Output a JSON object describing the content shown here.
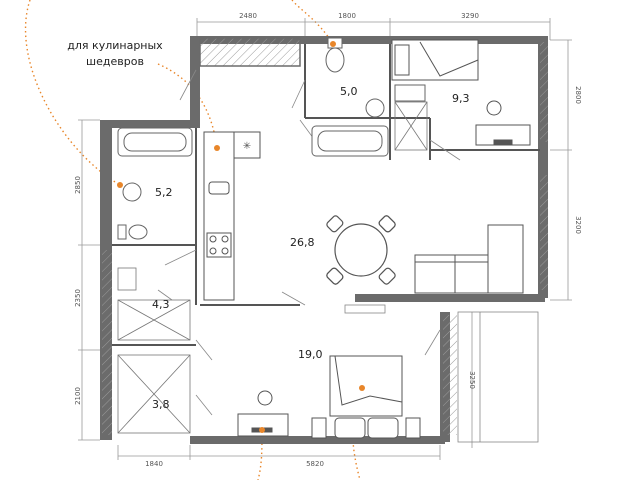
{
  "caption": {
    "line1": "для кулинарных",
    "line2": "шедевров"
  },
  "areas": {
    "bath_top": "5,0",
    "bedroom_small": "9,3",
    "bath_left": "5,2",
    "living": "26,8",
    "laundry": "4,3",
    "storage": "3,8",
    "bedroom": "19,0"
  },
  "dimensions": {
    "top_1": "2480",
    "top_2": "1800",
    "top_3": "3290",
    "left_1": "2850",
    "left_2": "2350",
    "left_3": "2100",
    "right_1": "2800",
    "right_2": "3200",
    "right_3": "3250",
    "bottom_1": "1840",
    "bottom_2": "5820"
  },
  "colors": {
    "wall": "#6b6b6b",
    "line": "#555555",
    "accent": "#e8862a",
    "fixture": "#9a9a9a"
  }
}
